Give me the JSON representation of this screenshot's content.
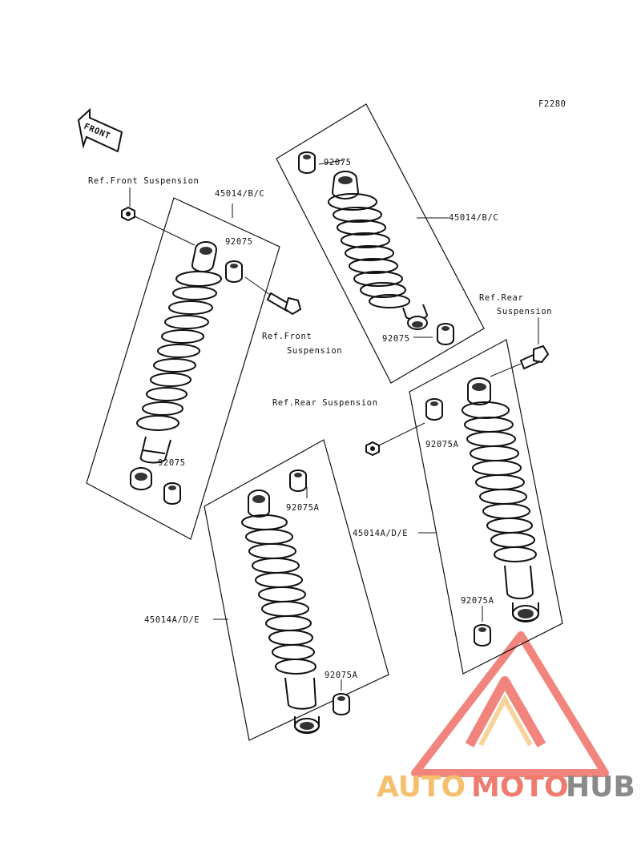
{
  "diagram": {
    "figure_code": "F2280",
    "front_arrow": "FRONT",
    "labels": {
      "ref_front_suspension_top": "Ref.Front Suspension",
      "part_45014_bc_left": "45014/B/C",
      "part_45014_bc_right": "45014/B/C",
      "part_92075_top_right": "92075",
      "part_92075_left_upper": "92075",
      "part_92075_right_lower": "92075",
      "part_92075_left_lower": "92075",
      "ref_front_suspension_mid_1": "Ref.Front",
      "ref_front_suspension_mid_2": "Suspension",
      "ref_rear_suspension_right_1": "Ref.Rear",
      "ref_rear_suspension_right_2": "Suspension",
      "ref_rear_suspension_mid": "Ref.Rear Suspension",
      "part_92075a_mid": "92075A",
      "part_92075a_bottom_upper": "92075A",
      "part_45014a_de_right": "45014A/D/E",
      "part_45014a_de_bottom": "45014A/D/E",
      "part_92075a_right_lower": "92075A",
      "part_92075a_bottom_lower": "92075A"
    }
  },
  "watermark": {
    "auto": "AUTO",
    "moto": "MOTO",
    "hub": "HUB",
    "colors": {
      "auto": "#f6bf6e",
      "moto": "#ef7b6f",
      "hub": "#8a8a8a",
      "logo": "#ef6f66"
    }
  }
}
